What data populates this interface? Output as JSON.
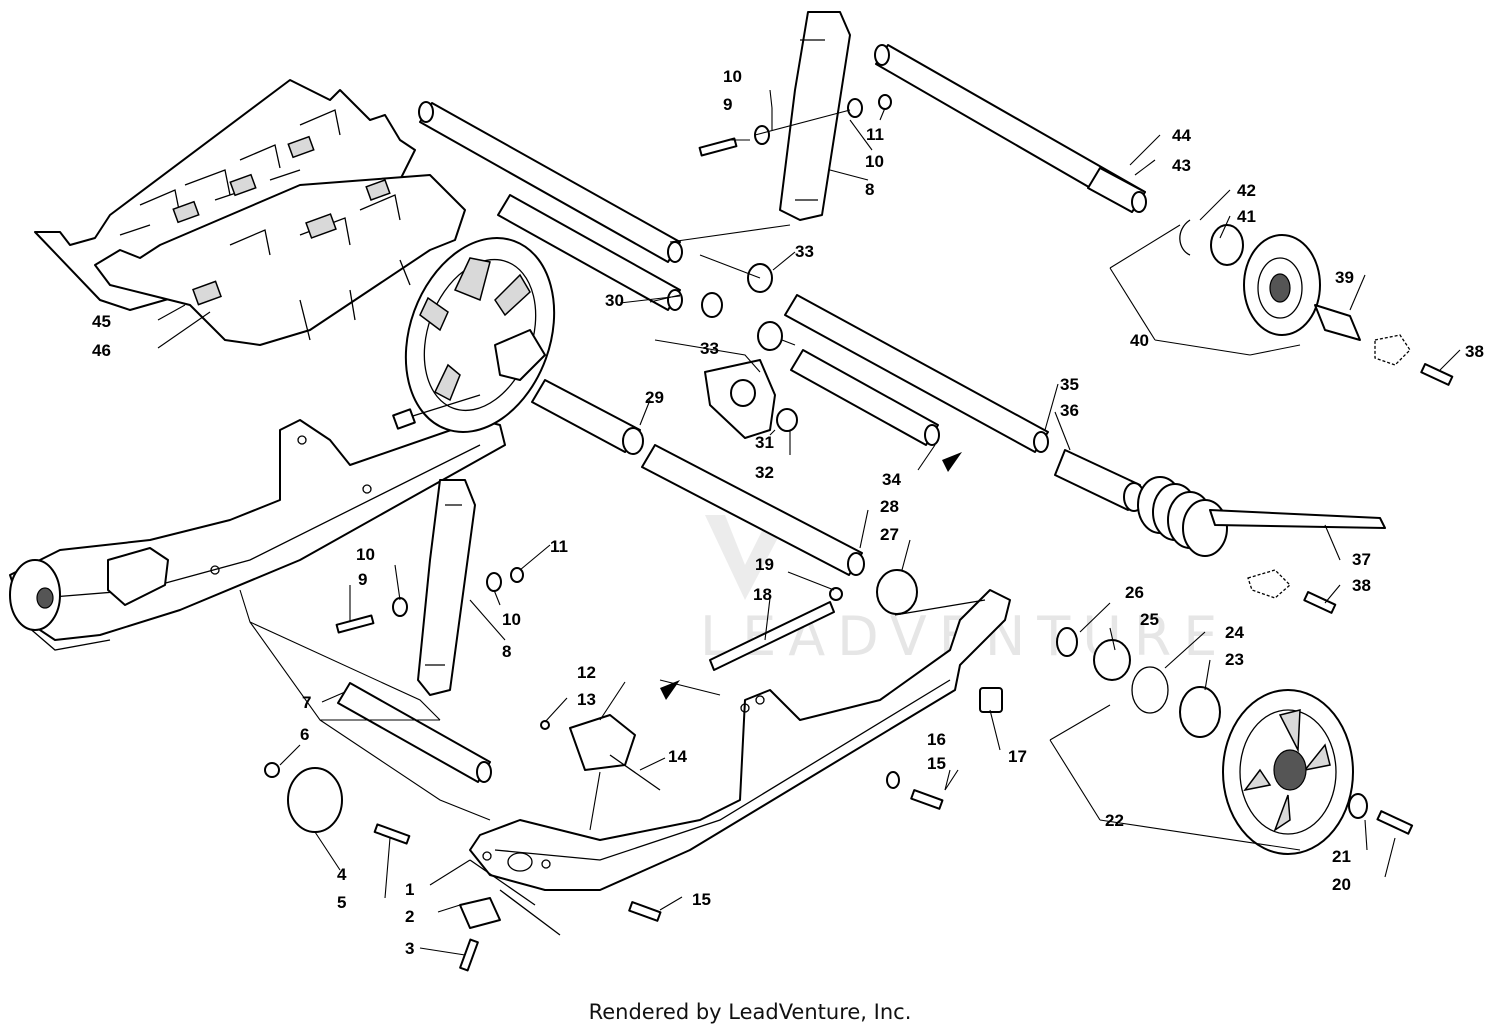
{
  "watermark": "LEADVENTURE",
  "credit": "Rendered by LeadVenture, Inc.",
  "callouts": {
    "c1": "1",
    "c2": "2",
    "c3": "3",
    "c4": "4",
    "c5": "5",
    "c6": "6",
    "c7": "7",
    "c8a": "8",
    "c8b": "8",
    "c9a": "9",
    "c9b": "9",
    "c10a": "10",
    "c10b": "10",
    "c10c": "10",
    "c10d": "10",
    "c11a": "11",
    "c11b": "11",
    "c12": "12",
    "c13": "13",
    "c14": "14",
    "c15a": "15",
    "c15b": "15",
    "c16": "16",
    "c17": "17",
    "c18": "18",
    "c19": "19",
    "c20": "20",
    "c21": "21",
    "c22": "22",
    "c23": "23",
    "c24": "24",
    "c25": "25",
    "c26": "26",
    "c27": "27",
    "c28": "28",
    "c29": "29",
    "c30": "30",
    "c31": "31",
    "c32": "32",
    "c33a": "33",
    "c33b": "33",
    "c34": "34",
    "c35": "35",
    "c36": "36",
    "c37": "37",
    "c38a": "38",
    "c38b": "38",
    "c39": "39",
    "c40": "40",
    "c41": "41",
    "c42": "42",
    "c43": "43",
    "c44": "44",
    "c45": "45",
    "c46": "46"
  }
}
